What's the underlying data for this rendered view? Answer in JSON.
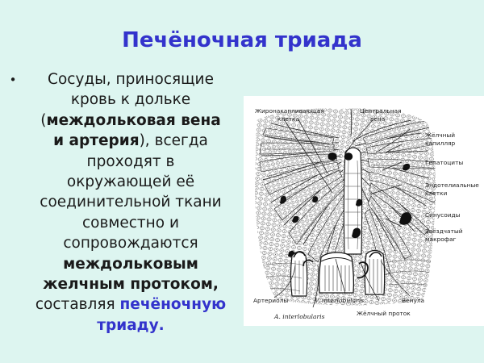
{
  "slide": {
    "background_color": "#ddf5f0",
    "title": "Печёночная триада",
    "title_color": "#3333cc",
    "accent_color": "#3333cc",
    "body_text_color": "#1a1a1a"
  },
  "body": {
    "bullet_glyph": "•",
    "lines": [
      {
        "segments": [
          {
            "text": "Сосуды, приносящие",
            "style": "normal"
          }
        ]
      },
      {
        "segments": [
          {
            "text": "кровь к дольке",
            "style": "normal"
          }
        ]
      },
      {
        "segments": [
          {
            "text": "(",
            "style": "normal"
          },
          {
            "text": "междольковая вена",
            "style": "bold"
          }
        ]
      },
      {
        "segments": [
          {
            "text": "и артерия",
            "style": "bold"
          },
          {
            "text": "), всегда",
            "style": "normal"
          }
        ]
      },
      {
        "segments": [
          {
            "text": "проходят в",
            "style": "normal"
          }
        ]
      },
      {
        "segments": [
          {
            "text": "окружающей её",
            "style": "normal"
          }
        ]
      },
      {
        "segments": [
          {
            "text": "соединительной ткани",
            "style": "normal"
          }
        ]
      },
      {
        "segments": [
          {
            "text": "совместно и",
            "style": "normal"
          }
        ]
      },
      {
        "segments": [
          {
            "text": "сопровождаются",
            "style": "normal"
          }
        ]
      },
      {
        "segments": [
          {
            "text": "междольковым",
            "style": "bold"
          }
        ]
      },
      {
        "segments": [
          {
            "text": "желчным протоком,",
            "style": "bold"
          }
        ]
      },
      {
        "segments": [
          {
            "text": "составляя ",
            "style": "normal"
          },
          {
            "text": "печёночную",
            "style": "blue"
          }
        ]
      },
      {
        "segments": [
          {
            "text": "триаду.",
            "style": "blue"
          }
        ]
      }
    ],
    "plain_text": "Сосуды, приносящие кровь к дольке (междольковая вена и артерия), всегда проходят в окружающей её соединительной ткани совместно и сопровождаются междольковым желчным протоком, составляя печёночную триаду."
  },
  "figure": {
    "panel_background": "#ffffff",
    "description": "Гистологическая схема печёночной дольки",
    "labels": [
      {
        "id": "fat-storing-cell",
        "text_lines": [
          "Жиронакапливающая",
          "клетка"
        ],
        "position": "top-left",
        "italic": false
      },
      {
        "id": "central-vein",
        "text_lines": [
          "Центральная",
          "вена"
        ],
        "position": "top-center",
        "italic": false
      },
      {
        "id": "bile-capillary",
        "text_lines": [
          "Жёлчный",
          "капилляр"
        ],
        "position": "right",
        "italic": false
      },
      {
        "id": "hepatocytes",
        "text_lines": [
          "Гепатоциты"
        ],
        "position": "right",
        "italic": false
      },
      {
        "id": "endothelial-cells",
        "text_lines": [
          "Эндотелиальные",
          "клетки"
        ],
        "position": "right",
        "italic": false
      },
      {
        "id": "sinusoids",
        "text_lines": [
          "Синусоиды"
        ],
        "position": "right",
        "italic": false
      },
      {
        "id": "stellate-macrophage",
        "text_lines": [
          "Звёздчатый",
          "макрофаг"
        ],
        "position": "right",
        "italic": false
      },
      {
        "id": "arterioles",
        "text_lines": [
          "Артериолы"
        ],
        "position": "bottom-left",
        "italic": false
      },
      {
        "id": "a-interlobularis",
        "text_lines": [
          "A. interlobularis"
        ],
        "position": "bottom-left",
        "italic": true
      },
      {
        "id": "v-interlobularis",
        "text_lines": [
          "V. interlobularis"
        ],
        "position": "bottom-center",
        "italic": true
      },
      {
        "id": "bile-duct",
        "text_lines": [
          "Жёлчный проток"
        ],
        "position": "bottom-center-right",
        "italic": false
      },
      {
        "id": "venule",
        "text_lines": [
          "Венула"
        ],
        "position": "bottom-right",
        "italic": false
      }
    ]
  }
}
